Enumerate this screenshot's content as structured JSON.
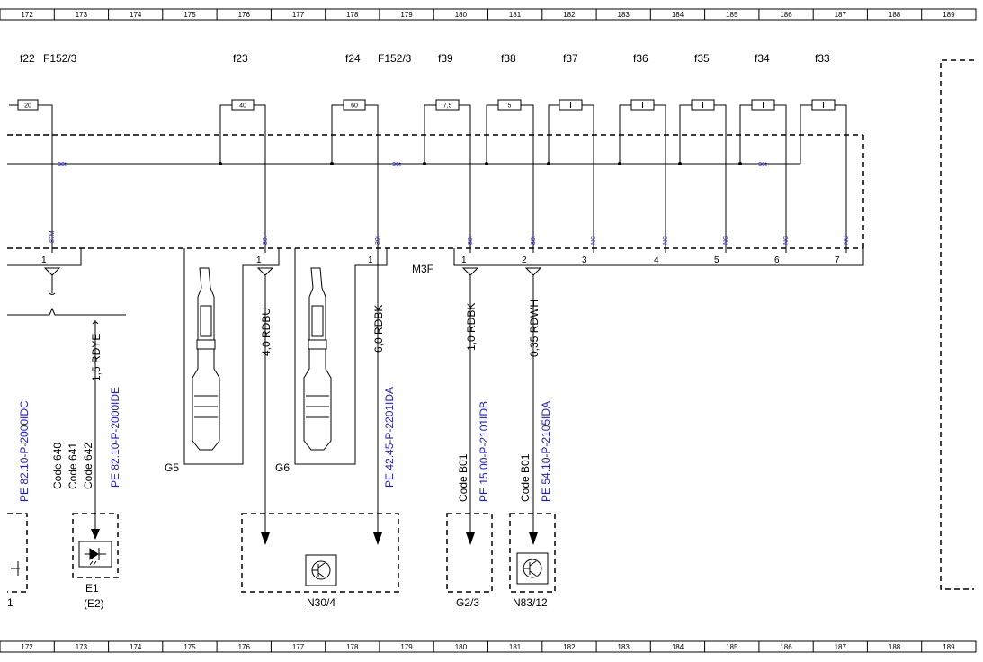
{
  "ruler": [
    "172",
    "173",
    "174",
    "175",
    "176",
    "177",
    "178",
    "179",
    "180",
    "181",
    "182",
    "183",
    "184",
    "185",
    "186",
    "187",
    "188",
    "189"
  ],
  "fuses": {
    "f22": "f22",
    "f152a": "F152/3",
    "f23": "f23",
    "f24": "f24",
    "f152b": "F152/3",
    "f39": "f39",
    "f38": "f38",
    "f37": "f37",
    "f36": "f36",
    "f35": "f35",
    "f34": "f34",
    "f33": "f33"
  },
  "fuse_values": {
    "f22": "20",
    "f23": "40",
    "f24": "60",
    "f39": "7,5",
    "f38": "5"
  },
  "bus_tag": "30t",
  "pin_tags": {
    "p87m": "87M",
    "p30a": "30t",
    "p30b": "30t",
    "p30c": "30t",
    "p30d": "30t",
    "nc": "NC"
  },
  "pins": {
    "p1a": "1",
    "p1b": "1",
    "p1c": "1",
    "p1d": "1",
    "p2": "2",
    "p3": "3",
    "p4": "4",
    "p5": "5",
    "p6": "6",
    "p7": "7"
  },
  "connector": "M3F",
  "wires": {
    "w1": "1,5 RDYE",
    "w2": "4,0 RDBU",
    "w3": "6,0 RDBK",
    "w4": "1,0 RDBK",
    "w5": "0,35 RDWH"
  },
  "refs": {
    "r1": "PE 82.10-P-2000IDC",
    "r2": "PE 82.10-P-2000IDE",
    "r3": "PE 42.45-P-2201IDA",
    "r4": "PE 15.00-P-2101IDB",
    "r5": "PE 54.10-P-2105IDA"
  },
  "codes": {
    "c640": "Code 640",
    "c641": "Code 641",
    "c642": "Code 642",
    "b01a": "Code B01",
    "b01b": "Code B01"
  },
  "grounds": {
    "g5": "G5",
    "g6": "G6"
  },
  "components": {
    "e1": "E1",
    "e2": "(E2)",
    "n30": "N30/4",
    "g23": "G2/3",
    "n83": "N83/12",
    "one": "1"
  }
}
